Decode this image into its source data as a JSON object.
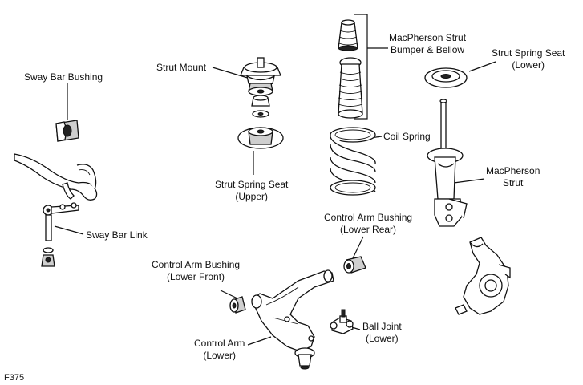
{
  "figure_code": "F375",
  "labels": {
    "sway_bar_bushing": [
      "Sway Bar Bushing"
    ],
    "strut_mount": [
      "Strut Mount"
    ],
    "strut_bumper": [
      "MacPherson Strut",
      "Bumper & Bellow"
    ],
    "strut_spring_seat_lower": [
      "Strut Spring Seat",
      "(Lower)"
    ],
    "coil_spring": [
      "Coil Spring"
    ],
    "macpherson_strut": [
      "MacPherson",
      "Strut"
    ],
    "strut_spring_seat_upper": [
      "Strut Spring Seat",
      "(Upper)"
    ],
    "sway_bar_link": [
      "Sway Bar Link"
    ],
    "control_arm_bushing_lower_rear": [
      "Control Arm Bushing",
      "(Lower Rear)"
    ],
    "control_arm_bushing_lower_front": [
      "Control Arm Bushing",
      "(Lower Front)"
    ],
    "ball_joint": [
      "Ball Joint",
      "(Lower)"
    ],
    "control_arm": [
      "Control Arm",
      "(Lower)"
    ]
  }
}
